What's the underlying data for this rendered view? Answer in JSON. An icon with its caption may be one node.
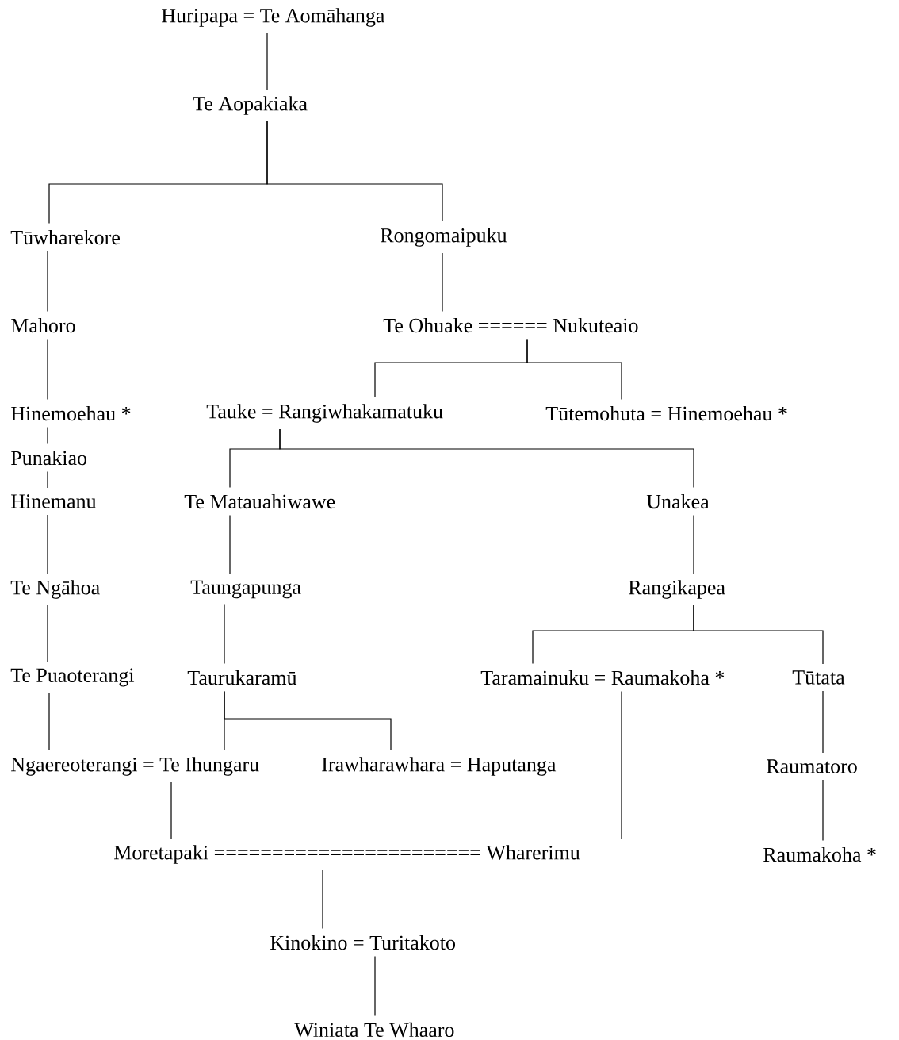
{
  "diagram": {
    "nodes": [
      {
        "text": [
          "Huripapa = Te Aomāhanga"
        ]
      },
      {
        "text": [
          "Te Aopakiaka"
        ]
      },
      {
        "text": [
          "Tūwharekore"
        ]
      },
      {
        "text": [
          "Rongomaipuku"
        ]
      },
      {
        "text": [
          "Mahoro"
        ]
      },
      {
        "text": [
          "Te Ohuake ====== Nukuteaio"
        ]
      },
      {
        "text": [
          "Hinemoehau *"
        ]
      },
      {
        "text": [
          "Tauke = Rangiwhakamatuku"
        ]
      },
      {
        "text": [
          "Tūtemohuta = Hinemoehau *"
        ]
      },
      {
        "text": [
          "Punakiao"
        ]
      },
      {
        "text": [
          "Hinemanu"
        ]
      },
      {
        "text": [
          "Te Matauahiwawe"
        ]
      },
      {
        "text": [
          "Unakea"
        ]
      },
      {
        "text": [
          "Te Ngāhoa"
        ]
      },
      {
        "text": [
          "Taungapunga"
        ]
      },
      {
        "text": [
          "Rangikapea"
        ]
      },
      {
        "text": [
          "Te Puaoterangi"
        ]
      },
      {
        "text": [
          "Taurukaramū"
        ]
      },
      {
        "text": [
          "Taramainuku = Raumakoha *"
        ]
      },
      {
        "text": [
          "Tūtata"
        ]
      },
      {
        "text": [
          "Ngaereoterangi = Te Ihungaru"
        ]
      },
      {
        "text": [
          "Irawharawhara = Haputanga"
        ]
      },
      {
        "text": [
          "Raumatoro"
        ]
      },
      {
        "text": [
          "Moretapaki ======================= Wharerimu"
        ]
      },
      {
        "text": [
          "Raumakoha *"
        ]
      },
      {
        "text": [
          "Kinokino = Turitakoto"
        ]
      },
      {
        "text": [
          "Winiata Te Whaaro"
        ]
      }
    ],
    "edges": [
      {
        "from": 0,
        "to": 1,
        "arrow": "none"
      },
      {
        "from": 1,
        "to": 2,
        "arrow": "none"
      },
      {
        "from": 1,
        "to": 3,
        "arrow": "none"
      },
      {
        "from": 2,
        "to": 4,
        "arrow": "none"
      },
      {
        "from": 3,
        "to": 5,
        "arrow": "none"
      },
      {
        "from": 4,
        "to": 6,
        "arrow": "none"
      },
      {
        "from": 5,
        "to": 7,
        "arrow": "none"
      },
      {
        "from": 5,
        "to": 8,
        "arrow": "none"
      },
      {
        "from": 6,
        "to": 9,
        "arrow": "none"
      },
      {
        "from": 9,
        "to": 10,
        "arrow": "none"
      },
      {
        "from": 7,
        "to": 11,
        "arrow": "none"
      },
      {
        "from": 7,
        "to": 12,
        "arrow": "none"
      },
      {
        "from": 10,
        "to": 13,
        "arrow": "none"
      },
      {
        "from": 11,
        "to": 14,
        "arrow": "none"
      },
      {
        "from": 12,
        "to": 15,
        "arrow": "none"
      },
      {
        "from": 13,
        "to": 16,
        "arrow": "none"
      },
      {
        "from": 14,
        "to": 17,
        "arrow": "none"
      },
      {
        "from": 15,
        "to": 18,
        "arrow": "none"
      },
      {
        "from": 15,
        "to": 19,
        "arrow": "none"
      },
      {
        "from": 16,
        "to": 20,
        "arrow": "none"
      },
      {
        "from": 17,
        "to": 20,
        "arrow": "none"
      },
      {
        "from": 17,
        "to": 21,
        "arrow": "none"
      },
      {
        "from": 19,
        "to": 22,
        "arrow": "none"
      },
      {
        "from": 20,
        "to": 23,
        "arrow": "none"
      },
      {
        "from": 18,
        "to": 23,
        "arrow": "none"
      },
      {
        "from": 22,
        "to": 24,
        "arrow": "none"
      },
      {
        "from": 23,
        "to": 25,
        "arrow": "none"
      },
      {
        "from": 25,
        "to": 26,
        "arrow": "none"
      }
    ]
  }
}
